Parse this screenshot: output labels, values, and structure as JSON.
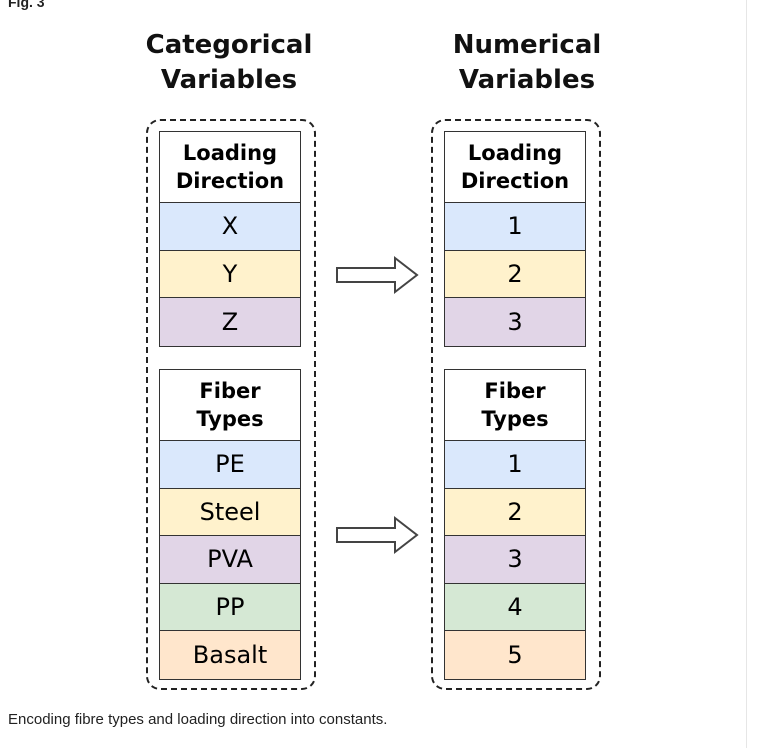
{
  "figure_label": "Fig. 3",
  "left_title": [
    "Categorical",
    "Variables"
  ],
  "right_title": [
    "Numerical",
    "Variables"
  ],
  "colors": {
    "blue": "#dae8fc",
    "yellow": "#fff2cc",
    "purple": "#e1d5e7",
    "green": "#d5e8d4",
    "orange": "#ffe6cc"
  },
  "tables": {
    "cat_loading": {
      "header": [
        "Loading",
        "Direction"
      ],
      "rows": [
        {
          "text": "X",
          "color": "#dae8fc"
        },
        {
          "text": "Y",
          "color": "#fff2cc"
        },
        {
          "text": "Z",
          "color": "#e1d5e7"
        }
      ]
    },
    "num_loading": {
      "header": [
        "Loading",
        "Direction"
      ],
      "rows": [
        {
          "text": "1",
          "color": "#dae8fc"
        },
        {
          "text": "2",
          "color": "#fff2cc"
        },
        {
          "text": "3",
          "color": "#e1d5e7"
        }
      ]
    },
    "cat_fiber": {
      "header": [
        "Fiber",
        "Types"
      ],
      "rows": [
        {
          "text": "PE",
          "color": "#dae8fc"
        },
        {
          "text": "Steel",
          "color": "#fff2cc"
        },
        {
          "text": "PVA",
          "color": "#e1d5e7"
        },
        {
          "text": "PP",
          "color": "#d5e8d4"
        },
        {
          "text": "Basalt",
          "color": "#ffe6cc"
        }
      ]
    },
    "num_fiber": {
      "header": [
        "Fiber",
        "Types"
      ],
      "rows": [
        {
          "text": "1",
          "color": "#dae8fc"
        },
        {
          "text": "2",
          "color": "#fff2cc"
        },
        {
          "text": "3",
          "color": "#e1d5e7"
        },
        {
          "text": "4",
          "color": "#d5e8d4"
        },
        {
          "text": "5",
          "color": "#ffe6cc"
        }
      ]
    }
  },
  "caption": "Encoding fibre types and loading direction into constants."
}
